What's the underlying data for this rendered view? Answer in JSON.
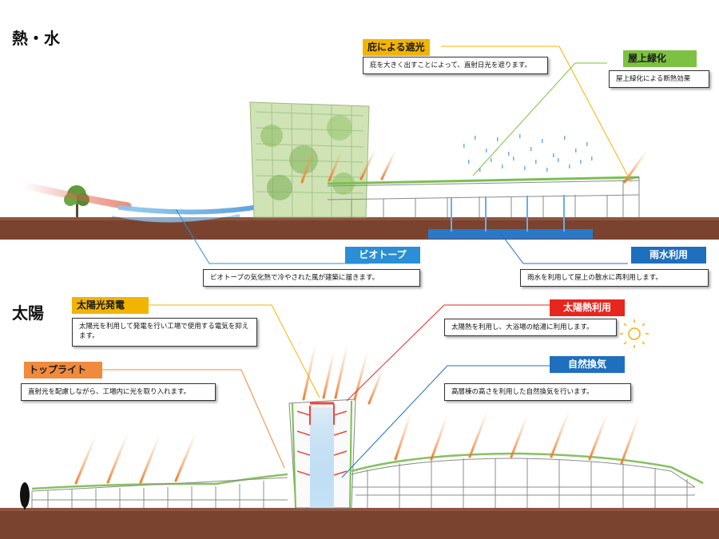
{
  "sections": {
    "heat_water": "熱・水",
    "sun": "太陽"
  },
  "callouts": {
    "eaves": {
      "label": "庇による遮光",
      "text": "庇を大きく出すことによって、直射日光を遮ります。",
      "color": "#f2b400"
    },
    "roof_green": {
      "label": "屋上緑化",
      "text": "屋上緑化による断熱効果",
      "color": "#7dc142"
    },
    "biotope": {
      "label": "ビオトープ",
      "text": "ビオトープの気化熱で冷やされた風が建築に届きます。",
      "color": "#2a8fd6"
    },
    "rain": {
      "label": "雨水利用",
      "text": "雨水を利用して屋上の散水に再利用します。",
      "color": "#1f6fbf"
    },
    "solar_power": {
      "label": "太陽光発電",
      "text": "太陽光を利用して発電を行い工場で使用する電気を抑えます。",
      "color": "#f2b400"
    },
    "solar_heat": {
      "label": "太陽熱利用",
      "text": "太陽熱を利用し、大浴場の給湯に利用します。",
      "color": "#e8261e"
    },
    "toplight": {
      "label": "トップライト",
      "text": "直射光を配慮しながら、工場内に光を取り入れます。",
      "color": "#f08a3c"
    },
    "ventilation": {
      "label": "自然換気",
      "text": "高層棟の高さを利用した自然換気を行います。",
      "color": "#1f6fbf"
    }
  }
}
